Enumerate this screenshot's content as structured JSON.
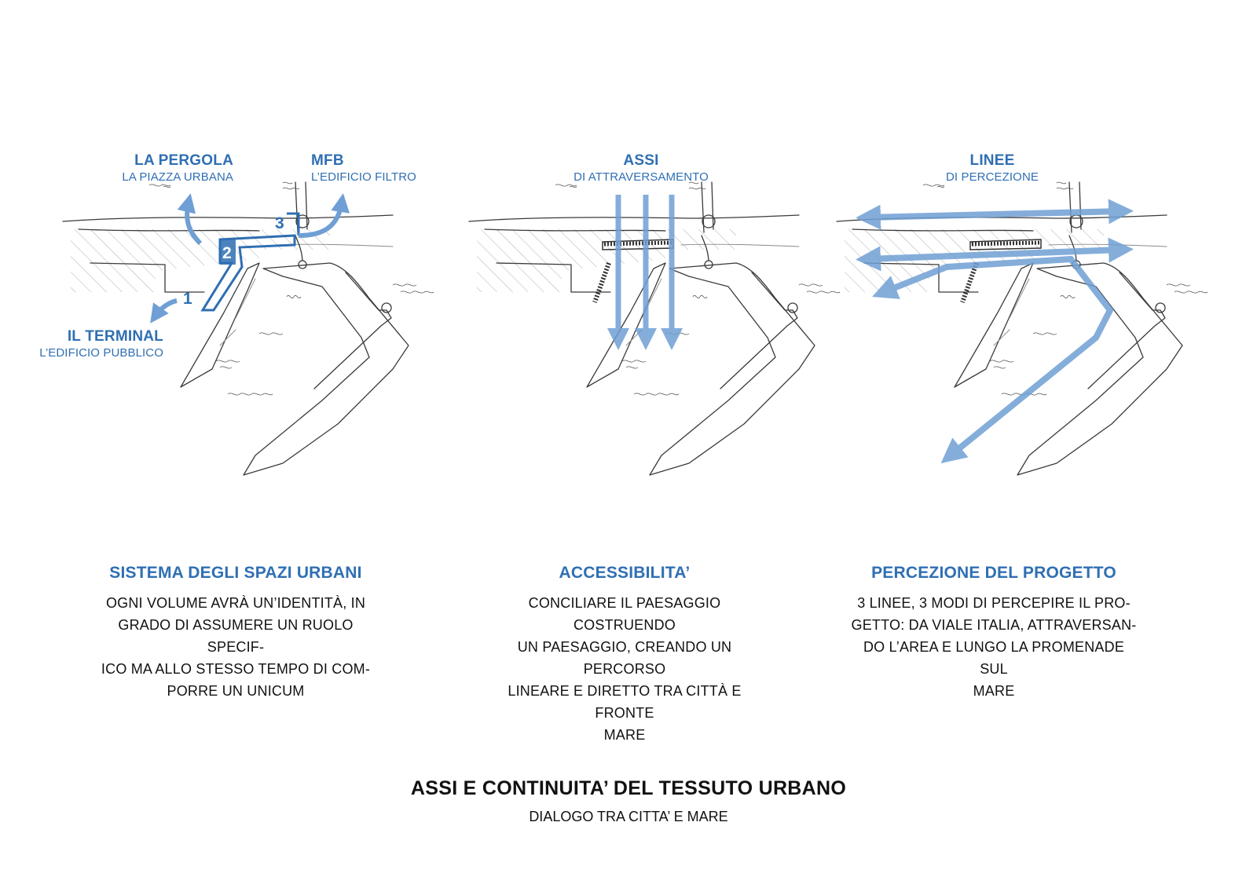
{
  "sketch1": {
    "labels": {
      "pergola_title": "LA PERGOLA",
      "pergola_sub": "LA PIAZZA URBANA",
      "mfb_title": "MFB",
      "mfb_sub": "L’EDIFICIO FILTRO",
      "terminal_title": "IL TERMINAL",
      "terminal_sub": "L’EDIFICIO PUBBLICO"
    },
    "numbers": [
      "1",
      "2",
      "3"
    ]
  },
  "sketch2": {
    "labels": {
      "title": "ASSI",
      "sub": "DI ATTRAVERSAMENTO"
    }
  },
  "sketch3": {
    "labels": {
      "title": "LINEE",
      "sub": "DI PERCEZIONE"
    }
  },
  "columns": [
    {
      "title": "SISTEMA DEGLI SPAZI URBANI",
      "body": "OGNI VOLUME AVRÀ UN’IDENTITÀ, IN\nGRADO DI ASSUMERE UN RUOLO SPECIF-\nICO MA ALLO STESSO TEMPO DI COM-\nPORRE UN UNICUM"
    },
    {
      "title": "ACCESSIBILITA’",
      "body": "CONCILIARE IL PAESAGGIO COSTRUENDO\nUN  PAESAGGIO, CREANDO UN PERCORSO\nLINEARE E DIRETTO TRA CITTÀ E FRONTE\nMARE"
    },
    {
      "title": "PERCEZIONE DEL PROGETTO",
      "body": "3 LINEE, 3 MODI DI PERCEPIRE IL PRO-\nGETTO: DA VIALE ITALIA, ATTRAVERSAN-\nDO L’AREA E LUNGO LA PROMENADE SUL\nMARE"
    }
  ],
  "footer": {
    "title": "ASSI E CONTINUITA’ DEL TESSUTO URBANO",
    "subtitle": "DIALOGO TRA CITTA’ E MARE"
  },
  "colors": {
    "accent_blue": "#2f6fb3",
    "arrow_blue": "#6f9fd4",
    "ink": "#111111"
  }
}
